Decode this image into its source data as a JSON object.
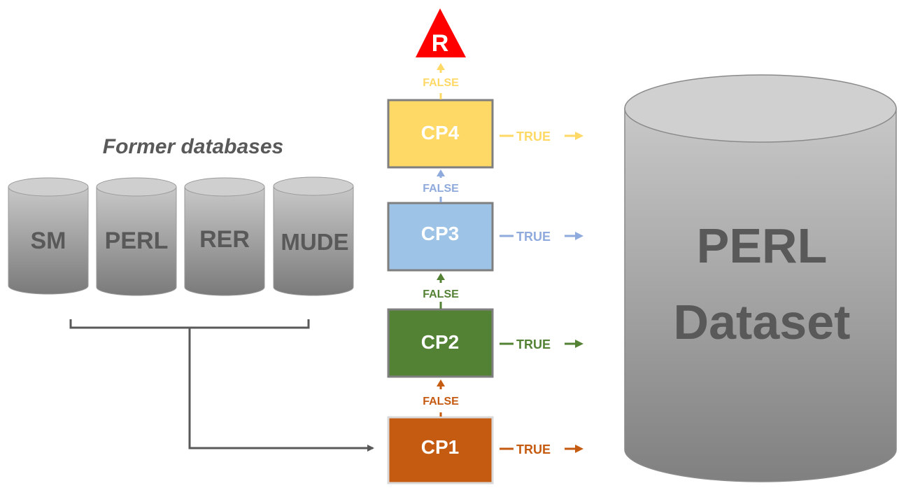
{
  "former_title": "Former databases",
  "former_databases": [
    {
      "label": "SM"
    },
    {
      "label": "PERL"
    },
    {
      "label": "RER"
    },
    {
      "label": "MUDE"
    }
  ],
  "checkpoints": [
    {
      "label": "CP1",
      "true_label": "TRUE",
      "false_label": "FALSE",
      "color": "#c55a11"
    },
    {
      "label": "CP2",
      "true_label": "TRUE",
      "false_label": "FALSE",
      "color": "#548235"
    },
    {
      "label": "CP3",
      "true_label": "TRUE",
      "false_label": "FALSE",
      "color": "#9dc3e6"
    },
    {
      "label": "CP4",
      "true_label": "TRUE",
      "false_label": "FALSE",
      "color": "#ffd966"
    }
  ],
  "reject_marker": {
    "label": "R",
    "color": "#ff0000"
  },
  "dataset": {
    "line1": "PERL",
    "line2": "Dataset"
  },
  "colors": {
    "cylinder_top": "#cfcfcf",
    "cylinder_body_light": "#c4c4c4",
    "cylinder_body_dark": "#7d7d7d",
    "cylinder_text": "#595959",
    "connector": "#595959",
    "box_border": "#7f7f7f",
    "cp2_text_color": "#548235",
    "cp3_text_color": "#8faadc",
    "cp4_text_color": "#ffd966",
    "cp1_text_color": "#c55a11"
  }
}
